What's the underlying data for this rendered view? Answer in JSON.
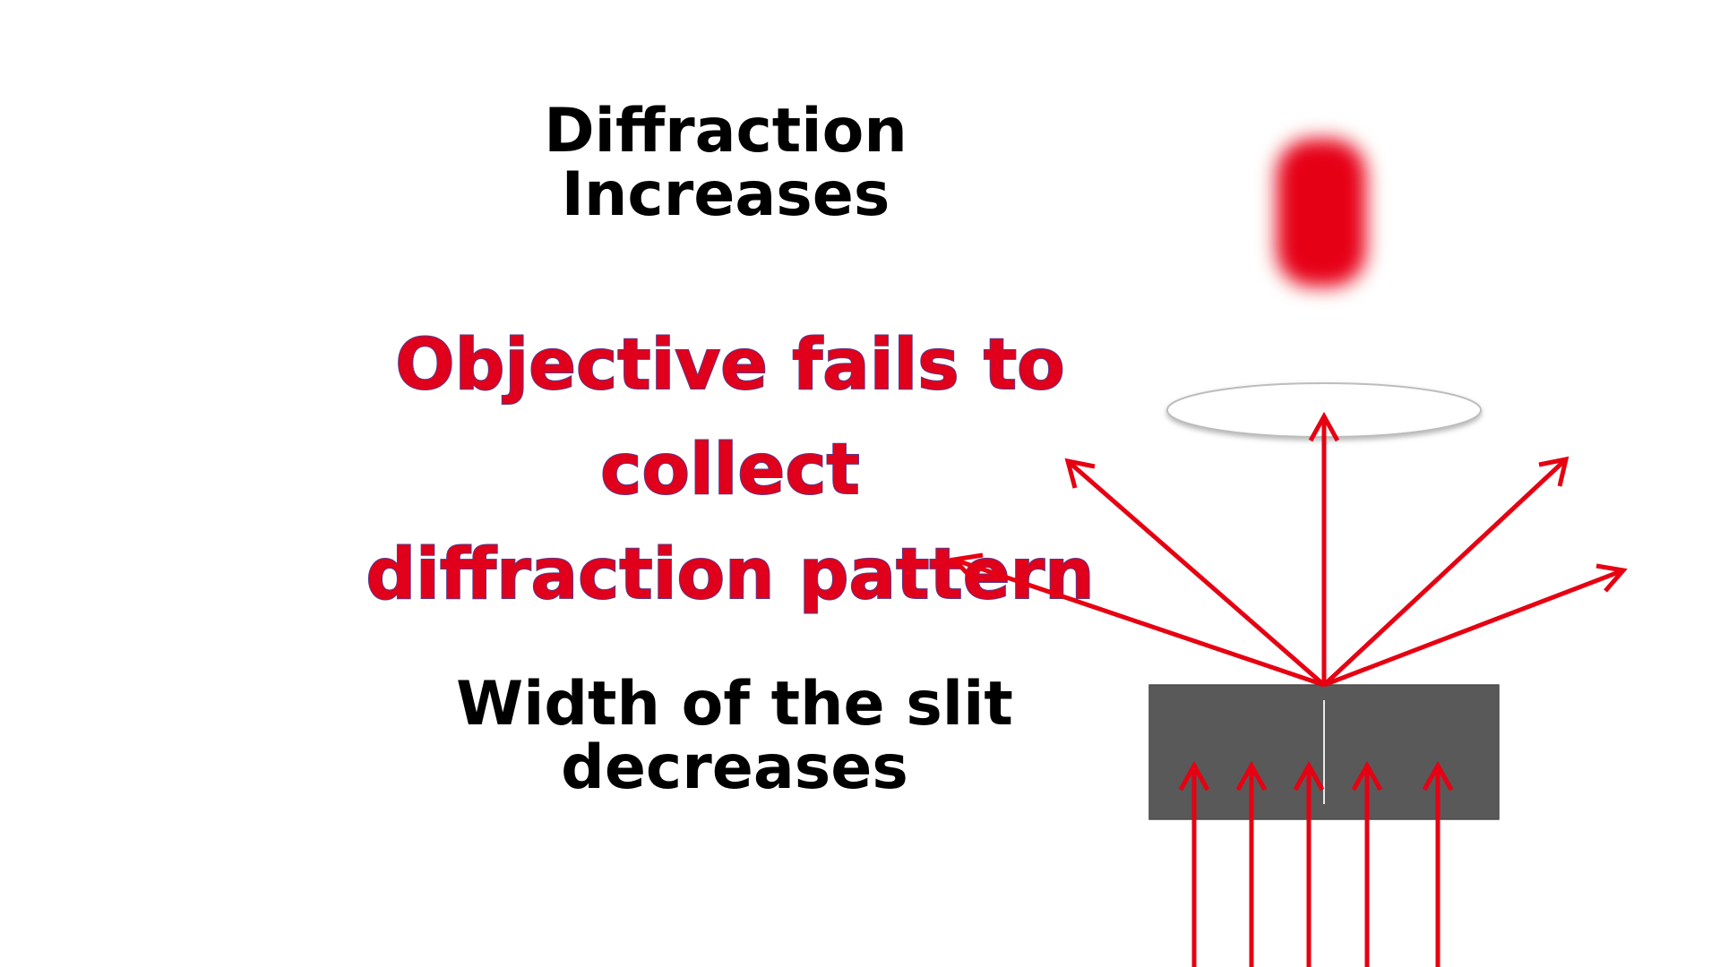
{
  "labels": {
    "diffraction_increases": "Diffraction\nIncreases",
    "objective_fails": "Objective fails to collect\ndiffraction pattern",
    "slit_width_decreases": "Width of the slit\ndecreases"
  },
  "colors": {
    "ray": "#e60012",
    "red_text": "#e0001b",
    "red_text_outline": "#5a3a8a",
    "slit_block": "#595959",
    "spot": "#e60012",
    "lens_fill": "#ffffff",
    "lens_edge": "#bdbdbd"
  },
  "diagram": {
    "elements": [
      "blurred-image-spot",
      "objective-lens",
      "slit-block",
      "incident-rays",
      "diffracted-rays"
    ]
  }
}
